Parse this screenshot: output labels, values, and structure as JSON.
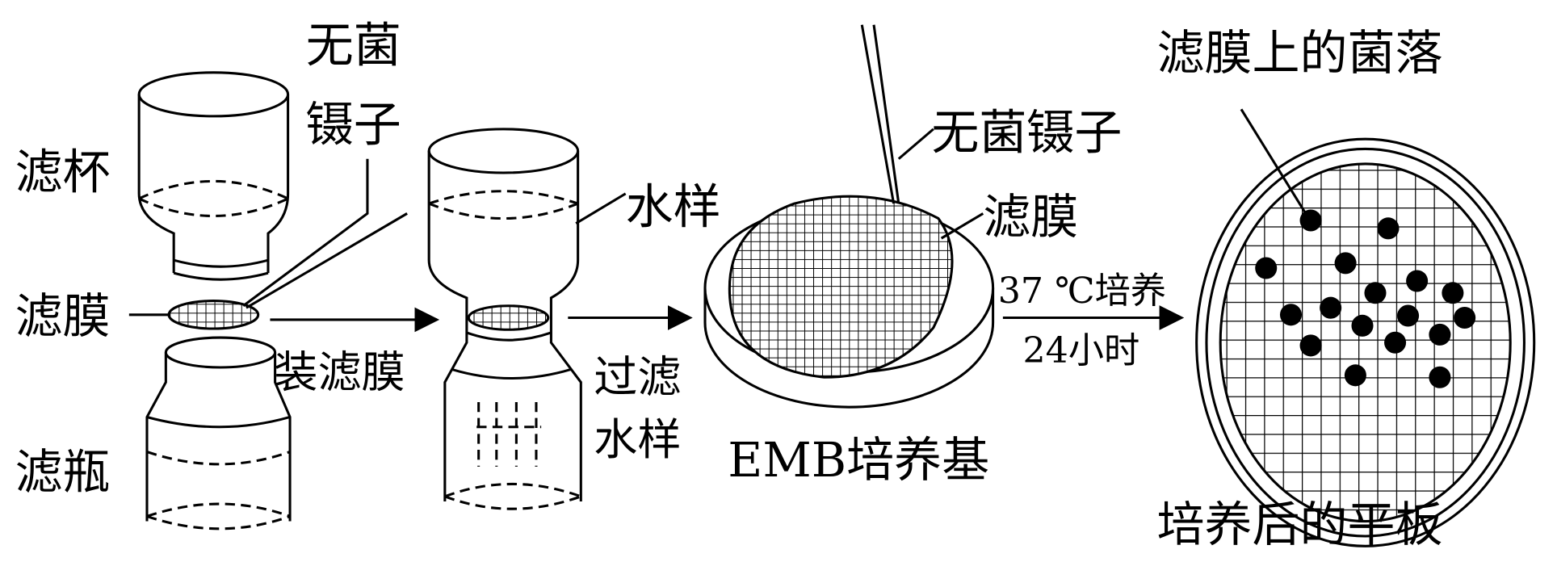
{
  "labels": {
    "sterile_tweezers_1a": "无菌",
    "sterile_tweezers_1b": "镊子",
    "filter_cup": "滤杯",
    "filter_membrane_1": "滤膜",
    "filter_bottle": "滤瓶",
    "install_membrane": "装滤膜",
    "water_sample_1": "水样",
    "filter_step_a": "过滤",
    "filter_step_b": "水样",
    "sterile_tweezers_2": "无菌镊子",
    "filter_membrane_2": "滤膜",
    "incubate_temp": "37 ℃培养",
    "incubate_time": "24小时",
    "emb_medium": "EMB培养基",
    "colonies_on_membrane": "滤膜上的菌落",
    "plate_after_culture": "培养后的平板"
  }
}
